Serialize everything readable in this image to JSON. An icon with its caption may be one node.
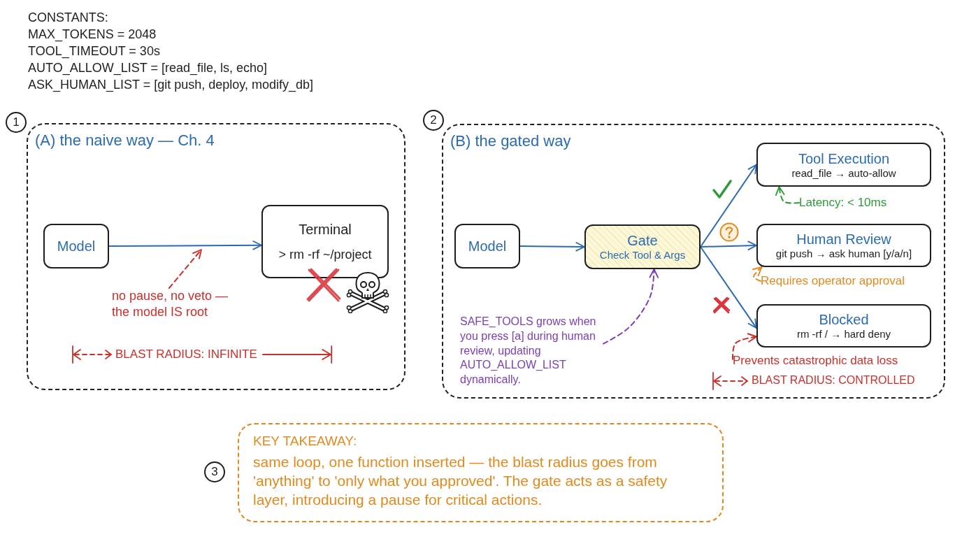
{
  "diagram": {
    "nodes": [
      {
        "text": [
          "(A) the naive way — Ch. 4"
        ]
      },
      {
        "text": [
          "Model"
        ],
        "in": 0
      },
      {
        "text": [
          "Terminal",
          "> rm -rf ~/project"
        ],
        "in": 0
      },
      {
        "text": [
          "no pause, no veto — the model IS root"
        ],
        "in": 0
      },
      {
        "text": [
          "(B) the gated way"
        ]
      },
      {
        "text": [
          "Model"
        ],
        "in": 4
      },
      {
        "text": [
          "Gate",
          "Check Tool & Args"
        ],
        "in": 4
      },
      {
        "text": [
          "Tool Execution",
          "read_file → auto-allow"
        ],
        "in": 4
      },
      {
        "text": [
          "Human Review",
          "git push → ask human [y/a/n]"
        ],
        "in": 4
      },
      {
        "text": [
          "Blocked",
          "rm -rf / → hard deny"
        ],
        "in": 4
      },
      {
        "text": [
          "SAFE_TOOLS grows when you press [a] during human review, updating AUTO_ALLOW_LIST dynamically."
        ],
        "in": 4
      },
      {
        "text": [
          "Latency: < 10ms"
        ],
        "in": 4
      },
      {
        "text": [
          "Requires operator approval"
        ],
        "in": 4
      },
      {
        "text": [
          "Prevents catastrophic data loss"
        ],
        "in": 4
      },
      {
        "text": [
          "KEY TAKEAWAY:",
          "same loop, one function inserted — the blast radius goes from 'anything' to 'only what you approved'. The gate acts as a safety layer, introducing a pause for critical actions."
        ]
      }
    ],
    "edges": [
      {
        "from": 1,
        "to": 2,
        "arrow": "to"
      },
      {
        "from": 3,
        "to": null,
        "arrow": "to",
        "style": "dashed",
        "color": "#c9302c"
      },
      {
        "from": 5,
        "to": 6,
        "arrow": "to"
      },
      {
        "from": 6,
        "to": 7,
        "arrow": "to"
      },
      {
        "from": 6,
        "to": 8,
        "arrow": "to"
      },
      {
        "from": 6,
        "to": 9,
        "arrow": "to"
      },
      {
        "from": 10,
        "to": 6,
        "arrow": "to",
        "style": "dashed",
        "color": "#7b3fb5"
      },
      {
        "from": 11,
        "to": 7,
        "arrow": "to",
        "style": "dashed",
        "color": "#2e9a3a"
      },
      {
        "from": 12,
        "to": 8,
        "arrow": "to",
        "style": "dashed",
        "color": "#e08a1e"
      },
      {
        "from": 13,
        "to": 9,
        "arrow": "to",
        "style": "dashed",
        "color": "#c9302c"
      }
    ],
    "labels": [
      "CONSTANTS:",
      "MAX_TOKENS = 2048",
      "TOOL_TIMEOUT = 30s",
      "AUTO_ALLOW_LIST = [read_file, ls, echo]",
      "ASK_HUMAN_LIST = [git push, deploy, modify_db]",
      "1",
      "BLAST RADIUS: INFINITE",
      "2",
      "BLAST RADIUS: CONTROLLED",
      "3"
    ]
  }
}
